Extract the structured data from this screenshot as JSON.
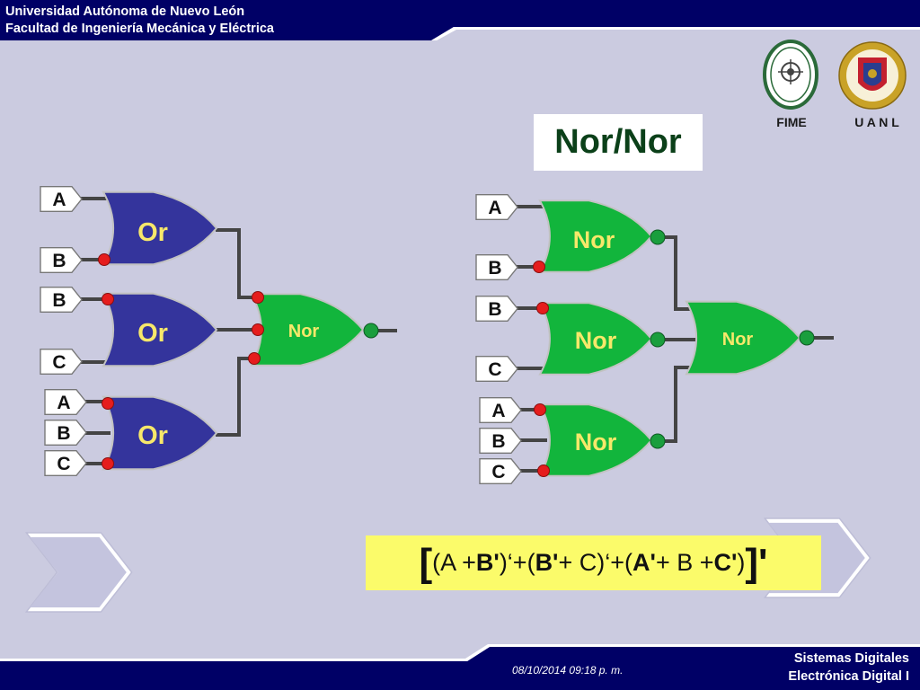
{
  "header": {
    "line1": "Universidad Autónoma de Nuevo León",
    "line2": "Facultad de Ingeniería Mecánica y Eléctrica"
  },
  "logos": {
    "fime": "FIME",
    "uanl": "U A N L"
  },
  "slide": {
    "title": "Nor/Nor"
  },
  "left_circuit": {
    "inputs": [
      "A",
      "B",
      "B",
      "C",
      "A",
      "B",
      "C"
    ],
    "gates": [
      "Or",
      "Or",
      "Or"
    ],
    "output_gate": "Nor"
  },
  "right_circuit": {
    "inputs": [
      "A",
      "B",
      "B",
      "C",
      "A",
      "B",
      "C"
    ],
    "gates": [
      "Nor",
      "Nor",
      "Nor"
    ],
    "output_gate": "Nor"
  },
  "formula": {
    "open": "[",
    "p1": "(A + ",
    "p2": "B'",
    "p3": ")‘+(",
    "p4": "B'",
    "p5": "+ C)‘+(",
    "p6": "A'",
    "p7": "+ B + ",
    "p8": "C'",
    "p9": ")",
    "close": "]'"
  },
  "footer": {
    "date": "08/10/2014 09:18 p. m.",
    "line1": "Sistemas Digitales",
    "line2": "Electrónica Digital I"
  },
  "colors": {
    "navy": "#000066",
    "background": "#cbcbe0",
    "or_gate": "#34349c",
    "nor_gate": "#12b53c",
    "bubble_red": "#e51d1d",
    "bubble_green": "#1a9e3d",
    "formula_bg": "#fbfb6a"
  }
}
